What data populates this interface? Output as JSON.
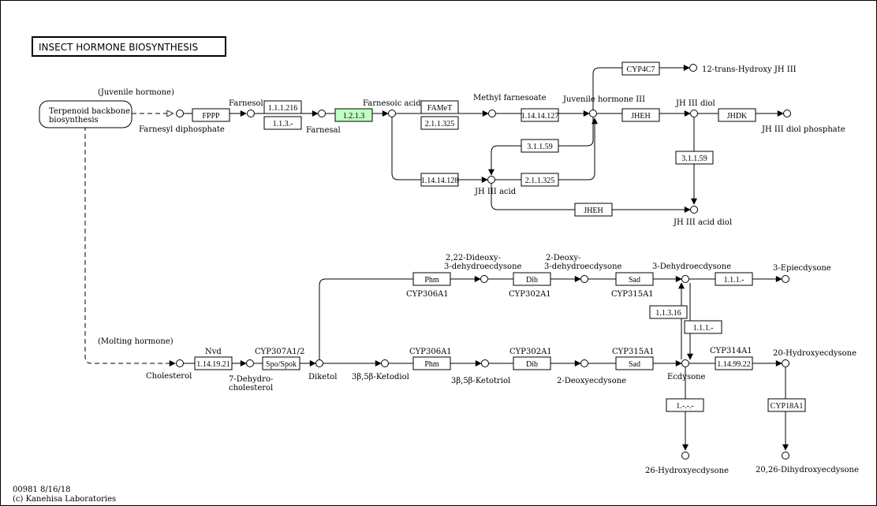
{
  "map": {
    "title": "INSECT HORMONE BIOSYNTHESIS",
    "footer_id": "00981 8/16/18",
    "footer_credit": "(c) Kanehisa Laboratories",
    "highlight_color": "#bfffbf"
  },
  "groups": {
    "juvenile": "(Juvenile hormone)",
    "molting": "(Molting hormone)"
  },
  "maplink": {
    "line1": "Terpenoid backbone",
    "line2": "biosynthesis"
  },
  "compounds": {
    "farnesyl_diphosphate": "Farnesyl diphosphate",
    "farnesol": "Farnesol",
    "farnesal": "Farnesal",
    "farnesoic_acid": "Farnesoic acid",
    "methyl_farnesoate": "Methyl farnesoate",
    "juvenile_hormone_iii": "Juvenile hormone III",
    "trans_hydroxy_jh": "12-trans-Hydroxy JH III",
    "jh_iii_diol": "JH III diol",
    "jh_iii_diol_phosphate": "JH III diol phosphate",
    "jh_iii_acid": "JH III acid",
    "jh_iii_acid_diol": "JH III acid diol",
    "cholesterol": "Cholesterol",
    "dehydrocholesterol_1": "7-Dehydro-",
    "dehydrocholesterol_2": "cholesterol",
    "diketol": "Diketol",
    "ketodiol": "3β,5β-Ketodiol",
    "ketotriol": "3β,5β-Ketotriol",
    "deoxyecdysone_2": "2-Deoxyecdysone",
    "ecdysone": "Ecdysone",
    "dideoxy_1": "2,22-Dideoxy-",
    "dideoxy_2": "3-dehydroecdysone",
    "deoxy_dehydro_1": "2-Deoxy-",
    "deoxy_dehydro_2": "3-dehydroecdysone",
    "dehydroecdysone": "3-Dehydroecdysone",
    "epiecdysone": "3-Epiecdysone",
    "hydroxyecdysone_20": "20-Hydroxyecdysone",
    "hydroxyecdysone_26": "26-Hydroxyecdysone",
    "dihydroxyecdysone": "20,26-Dihydroxyecdysone"
  },
  "enzymes": {
    "fppp": "FPPP",
    "e_1_1_1_216": "1.1.1.216",
    "e_1_1_3": "1.1.3.-",
    "e_1_2_1_3": "1.2.1.3",
    "famet": "FAMeT",
    "e_2_1_1_325_a": "2.1.1.325",
    "e_1_14_14_127": "1.14.14.127",
    "cyp4c7_box": "CYP4C7",
    "jheh_a": "JHEH",
    "jhdk": "JHDK",
    "e_3_1_1_59_a": "3.1.1.59",
    "e_3_1_1_59_b": "3.1.1.59",
    "e_1_14_14_128": "1.14.14.128",
    "e_2_1_1_325_b": "2.1.1.325",
    "jheh_b": "JHEH",
    "nvd_box": "1.14.19.21",
    "spo_box": "Spo/Spok",
    "phm_a": "Phm",
    "dib_a": "Dib",
    "sad_a": "Sad",
    "phm_b": "Phm",
    "dib_b": "Dib",
    "sad_b": "Sad",
    "e_1_1_3_16": "1.1.3.16",
    "e_1_1_1_a": "1.1.1.-",
    "e_1_1_1_b": "1.1.1.-",
    "e_1_14_99_22": "1.14.99.22",
    "e_1_all": "1.-.-.-",
    "cyp18a1": "CYP18A1"
  },
  "gene_labels": {
    "nvd": "Nvd",
    "cyp307a1": "CYP307A1/2",
    "cyp306a1_b": "CYP306A1",
    "cyp302a1_b": "CYP302A1",
    "cyp315a1_b": "CYP315A1",
    "cyp306a1_a": "CYP306A1",
    "cyp302a1_a": "CYP302A1",
    "cyp315a1_a": "CYP315A1",
    "cyp314a1": "CYP314A1"
  }
}
